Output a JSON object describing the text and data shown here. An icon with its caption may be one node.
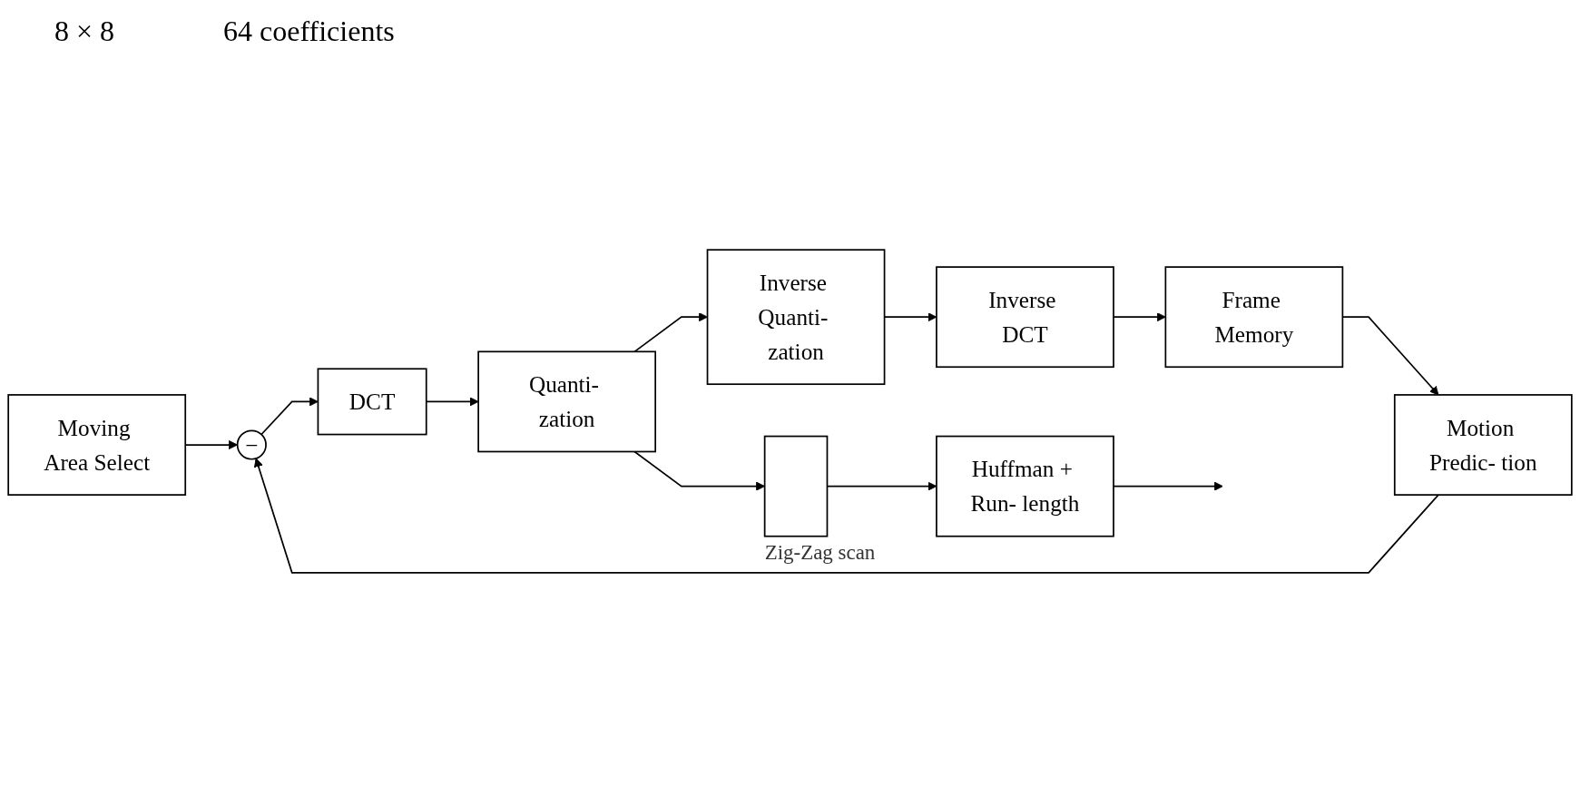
{
  "diagram": {
    "nodes": [
      {
        "text": [
          "Moving Area Select"
        ]
      },
      {
        "text": [
          "−"
        ]
      },
      {
        "text": [
          "DCT"
        ]
      },
      {
        "text": [
          "Quanti- zation"
        ]
      },
      {
        "text": [],
        "shape": "box",
        "beside": [
          "Zig-Zag scan"
        ]
      },
      {
        "text": [
          "Huffman + Run- length"
        ]
      },
      {
        "text": [
          "Inverse Quanti- zation"
        ]
      },
      {
        "text": [
          "Inverse DCT"
        ]
      },
      {
        "text": [
          "Frame Memory"
        ]
      },
      {
        "text": [
          "Motion Predic- tion"
        ]
      }
    ],
    "edges": [
      {
        "from": 0,
        "to": 1,
        "arrow": "to"
      },
      {
        "from": 1,
        "to": 2,
        "arrow": "to"
      },
      {
        "from": 2,
        "to": 3,
        "arrow": "to"
      },
      {
        "from": 3,
        "to": 4,
        "arrow": "to"
      },
      {
        "from": 4,
        "to": 5,
        "arrow": "to"
      },
      {
        "from": 5,
        "to": null,
        "arrow": "to"
      },
      {
        "from": 3,
        "to": 6,
        "arrow": "to"
      },
      {
        "from": 6,
        "to": 7,
        "arrow": "to"
      },
      {
        "from": 7,
        "to": 8,
        "arrow": "to"
      },
      {
        "from": 8,
        "to": 9,
        "arrow": "to"
      },
      {
        "from": 9,
        "to": 1,
        "arrow": "to"
      }
    ],
    "labels": [
      "8 × 8",
      "64 coefficients"
    ]
  }
}
